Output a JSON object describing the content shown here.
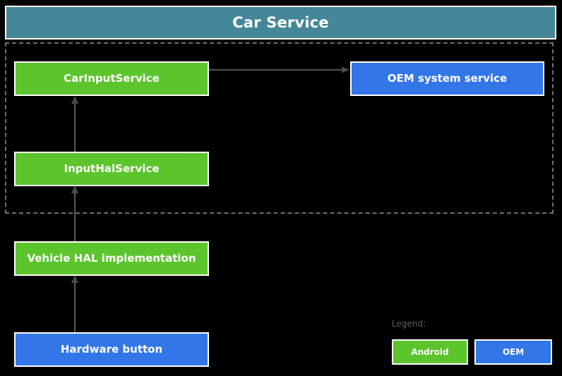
{
  "diagram": {
    "title": "Car Service",
    "colors": {
      "header": "#458699",
      "android": "#5cc42c",
      "oem": "#3276e8",
      "background": "#000000",
      "connector": "#6e6e6e",
      "box_border": "#ffffff",
      "legend_text": "#5f5f5f"
    },
    "nodes": [
      {
        "id": "car-input-service",
        "label": "CarInputService",
        "kind": "android"
      },
      {
        "id": "oem-system-service",
        "label": "OEM system service",
        "kind": "oem"
      },
      {
        "id": "input-hal-service",
        "label": "InputHalService",
        "kind": "android"
      },
      {
        "id": "vehicle-hal-implementation",
        "label": "Vehicle HAL implementation",
        "kind": "android"
      },
      {
        "id": "hardware-button",
        "label": "Hardware button",
        "kind": "oem"
      }
    ],
    "edges": [
      {
        "from": "car-input-service",
        "to": "oem-system-service",
        "direction": "right"
      },
      {
        "from": "input-hal-service",
        "to": "car-input-service",
        "direction": "up"
      },
      {
        "from": "vehicle-hal-implementation",
        "to": "input-hal-service",
        "direction": "up"
      },
      {
        "from": "hardware-button",
        "to": "vehicle-hal-implementation",
        "direction": "up"
      }
    ],
    "legend": {
      "title": "Legend:",
      "items": [
        {
          "label": "Android",
          "kind": "android"
        },
        {
          "label": "OEM",
          "kind": "oem"
        }
      ]
    }
  }
}
